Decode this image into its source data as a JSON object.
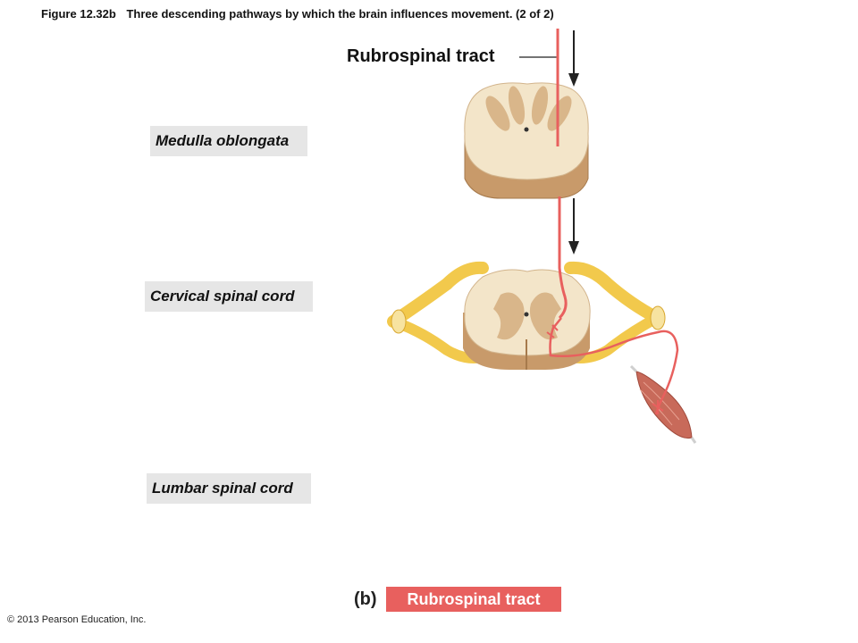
{
  "caption": {
    "figure": "Figure 12.32b",
    "text": "Three descending pathways by which the brain influences movement. (2 of 2)"
  },
  "tract_label": "Rubrospinal tract",
  "regions": {
    "medulla": "Medulla oblongata",
    "cervical": "Cervical spinal cord",
    "lumbar": "Lumbar spinal cord"
  },
  "panel": {
    "letter": "(b)",
    "title": "Rubrospinal tract"
  },
  "copyright": "© 2013 Pearson Education, Inc.",
  "colors": {
    "pathway": "#e8605e",
    "cord_white_matter": "#f3e5c9",
    "cord_gray_matter": "#d9b68a",
    "cord_side": "#c89a6a",
    "nerve": "#f2c94c",
    "muscle": "#c86a5a",
    "label_bg": "#e6e6e6"
  }
}
